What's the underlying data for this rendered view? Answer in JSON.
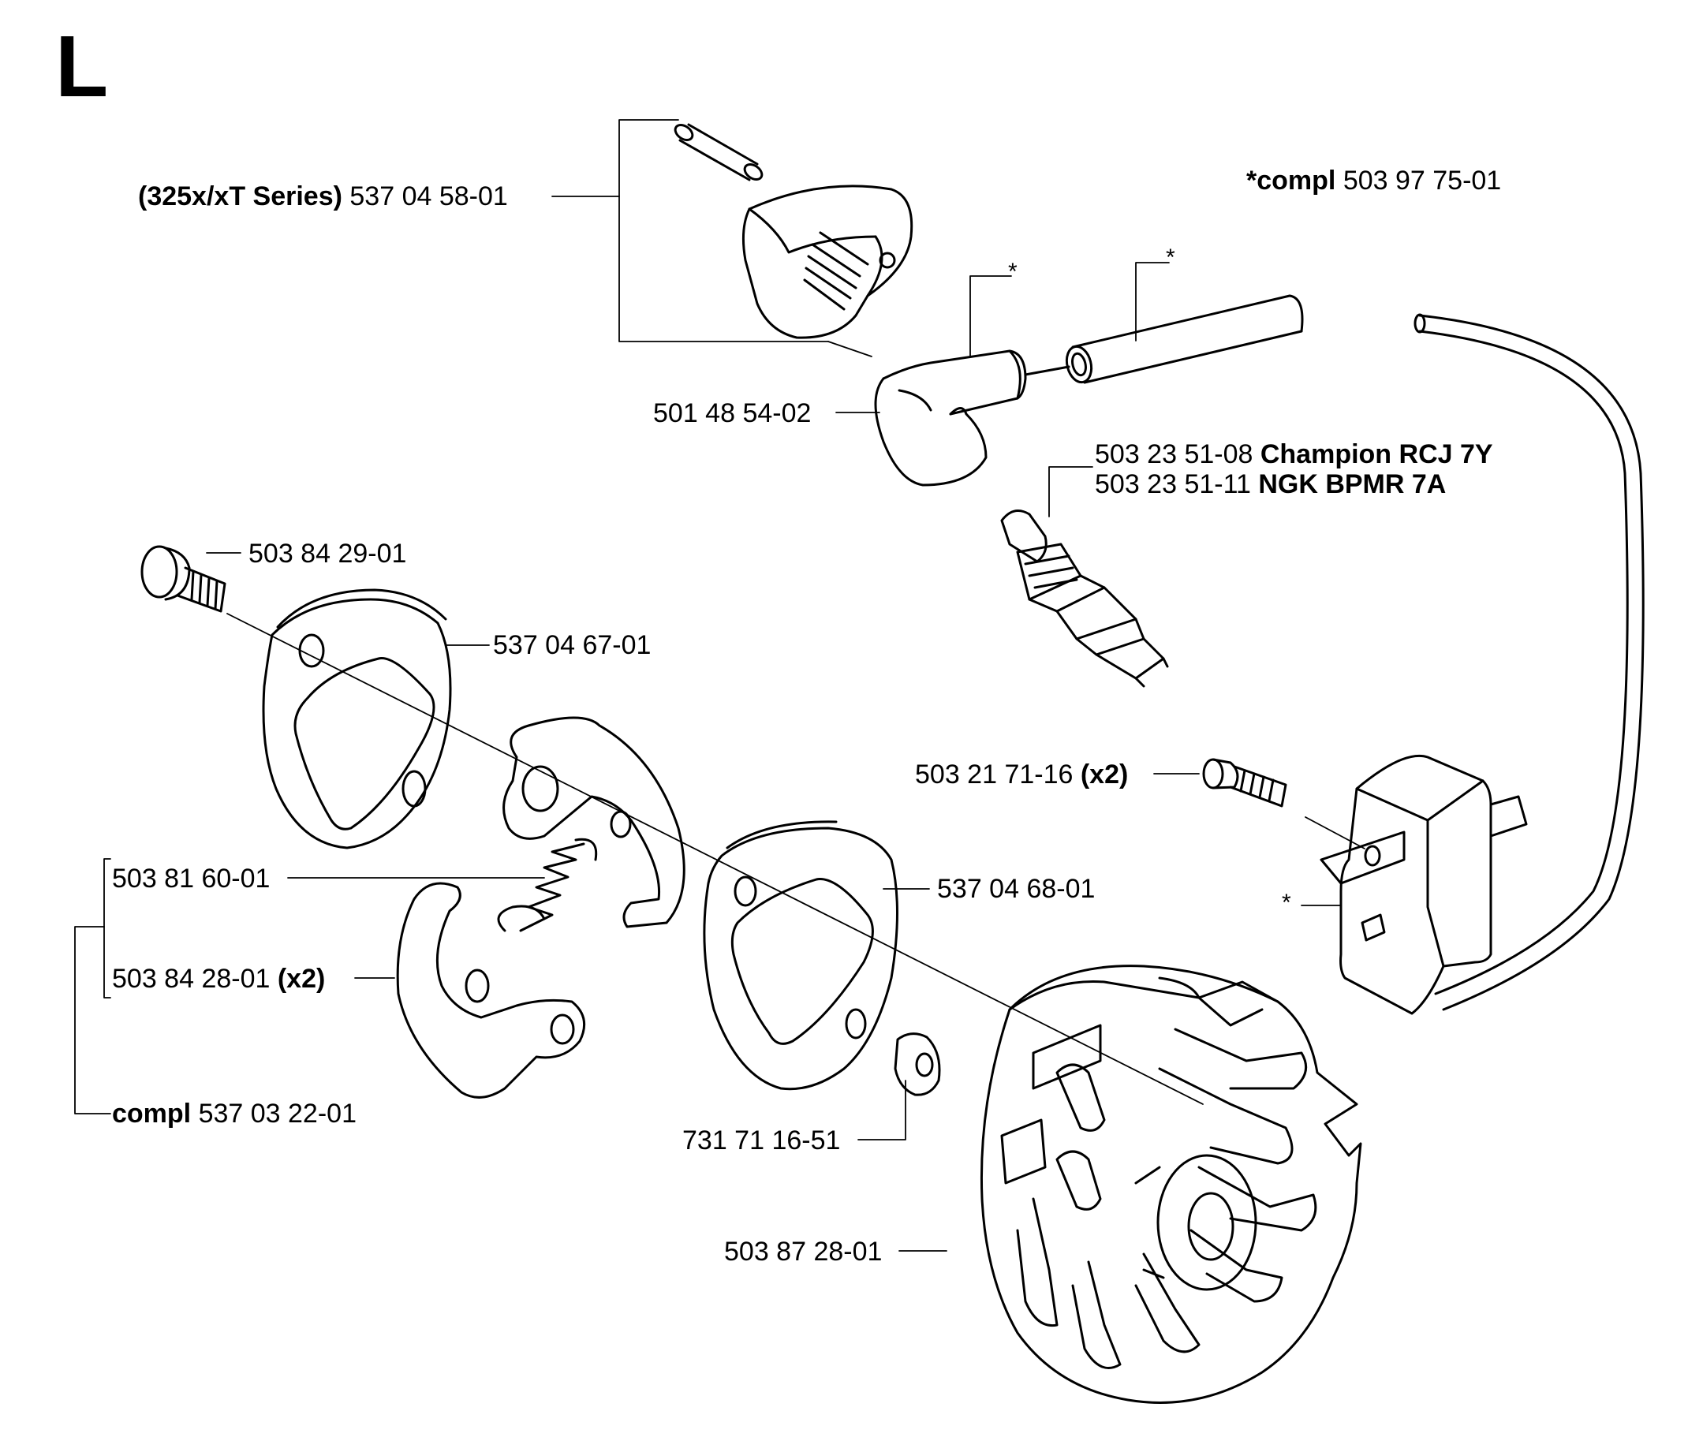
{
  "section_letter": "L",
  "labels": {
    "cap_series_prefix": "(325x/xT Series)",
    "cap_part": "537 04 58-01",
    "compl_kit_prefix": "*compl",
    "compl_kit_part": "503 97 75-01",
    "spark_cap": "501 48 54-02",
    "plug_1_part": "503 23 51-08",
    "plug_1_name": "Champion RCJ 7Y",
    "plug_2_part": "503 23 51-11",
    "plug_2_name": "NGK BPMR 7A",
    "screw_top": "503 84 29-01",
    "plate_top": "537 04 67-01",
    "coil_screw_part": "503 21 71-16",
    "coil_screw_qty": "(x2)",
    "spring": "503 81 60-01",
    "plate_bottom": "537 04 68-01",
    "shoe_screw_part": "503 84 28-01",
    "shoe_screw_qty": "(x2)",
    "clutch_compl_prefix": "compl",
    "clutch_compl_part": "537 03 22-01",
    "nut": "731 71 16-51",
    "flywheel": "503 87 28-01",
    "asterisk": "*"
  }
}
